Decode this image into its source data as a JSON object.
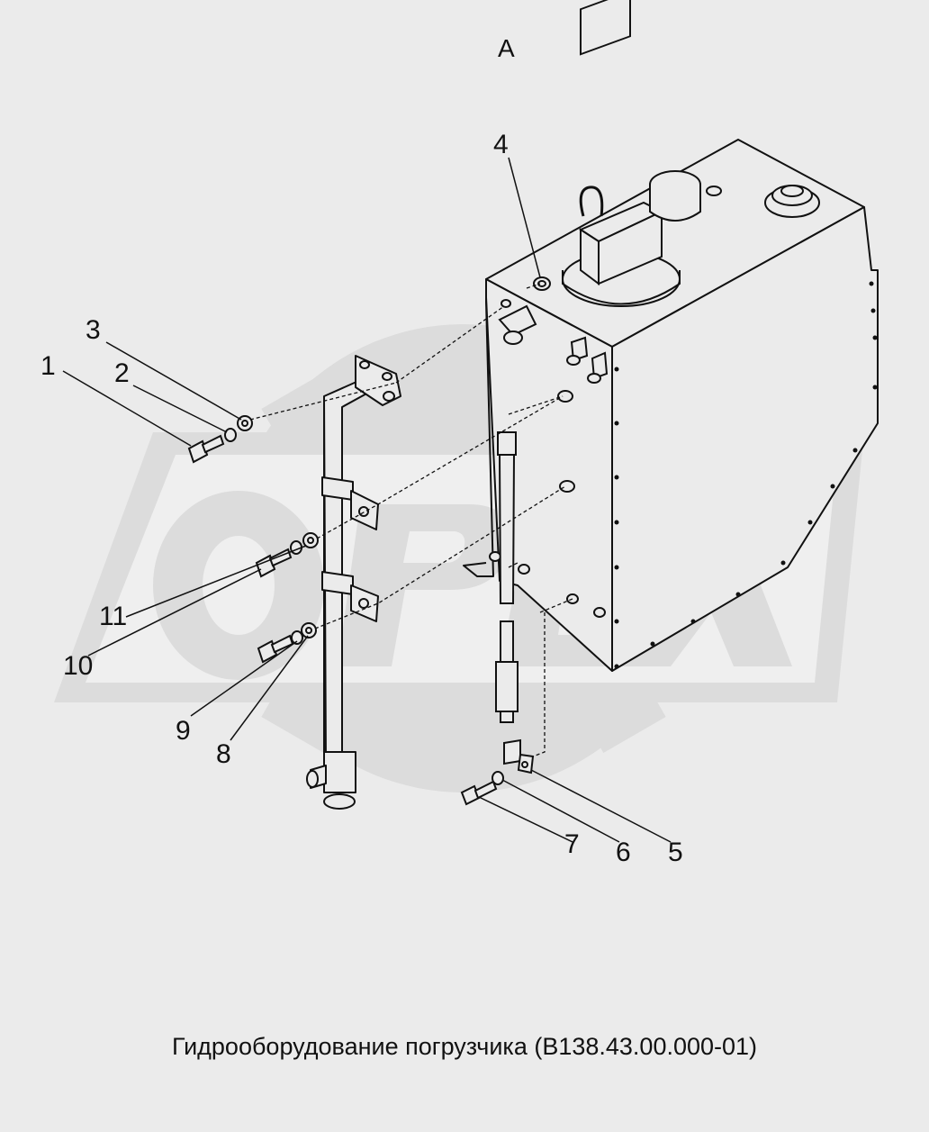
{
  "drawing": {
    "view_label": "А",
    "caption": "Гидрооборудование погрузчика (В138.43.00.000-01)",
    "watermark_text": "OPEX",
    "line_color": "#111111",
    "background_color": "#ebebeb",
    "watermark_color": "#dcdcdc"
  },
  "callouts": [
    {
      "id": "1",
      "text": "1"
    },
    {
      "id": "2",
      "text": "2"
    },
    {
      "id": "3",
      "text": "3"
    },
    {
      "id": "4",
      "text": "4"
    },
    {
      "id": "5",
      "text": "5"
    },
    {
      "id": "6",
      "text": "6"
    },
    {
      "id": "7",
      "text": "7"
    },
    {
      "id": "8",
      "text": "8"
    },
    {
      "id": "9",
      "text": "9"
    },
    {
      "id": "10",
      "text": "10"
    },
    {
      "id": "11",
      "text": "11"
    }
  ]
}
